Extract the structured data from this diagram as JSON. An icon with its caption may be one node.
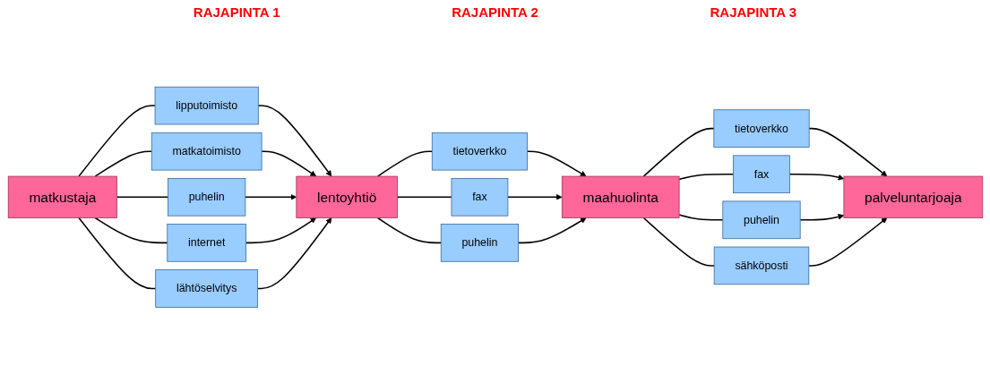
{
  "diagram": {
    "nodes": [
      {
        "text": [
          "matkustaja"
        ]
      },
      {
        "text": [
          "lipputoimisto"
        ]
      },
      {
        "text": [
          "matkatoimisto"
        ]
      },
      {
        "text": [
          "puhelin"
        ]
      },
      {
        "text": [
          "internet"
        ]
      },
      {
        "text": [
          "lähtöselvitys"
        ]
      },
      {
        "text": [
          "lentoyhtiö"
        ]
      },
      {
        "text": [
          "tietoverkko"
        ]
      },
      {
        "text": [
          "fax"
        ]
      },
      {
        "text": [
          "puhelin"
        ]
      },
      {
        "text": [
          "maahuolinta"
        ]
      },
      {
        "text": [
          "tietoverkko"
        ]
      },
      {
        "text": [
          "fax"
        ]
      },
      {
        "text": [
          "puhelin"
        ]
      },
      {
        "text": [
          "sähköposti"
        ]
      },
      {
        "text": [
          "palveluntarjoaja"
        ]
      }
    ],
    "edges": [
      {
        "from": 0,
        "to": 1,
        "arrow": "none"
      },
      {
        "from": 1,
        "to": 6,
        "arrow": "to"
      },
      {
        "from": 0,
        "to": 2,
        "arrow": "none"
      },
      {
        "from": 2,
        "to": 6,
        "arrow": "to"
      },
      {
        "from": 0,
        "to": 3,
        "arrow": "none"
      },
      {
        "from": 3,
        "to": 6,
        "arrow": "to"
      },
      {
        "from": 0,
        "to": 4,
        "arrow": "none"
      },
      {
        "from": 4,
        "to": 6,
        "arrow": "to"
      },
      {
        "from": 0,
        "to": 5,
        "arrow": "none"
      },
      {
        "from": 5,
        "to": 6,
        "arrow": "to"
      },
      {
        "from": 6,
        "to": 7,
        "arrow": "none"
      },
      {
        "from": 7,
        "to": 10,
        "arrow": "to"
      },
      {
        "from": 6,
        "to": 8,
        "arrow": "none"
      },
      {
        "from": 8,
        "to": 10,
        "arrow": "to"
      },
      {
        "from": 6,
        "to": 9,
        "arrow": "none"
      },
      {
        "from": 9,
        "to": 10,
        "arrow": "to"
      },
      {
        "from": 10,
        "to": 11,
        "arrow": "none"
      },
      {
        "from": 11,
        "to": 15,
        "arrow": "to"
      },
      {
        "from": 10,
        "to": 12,
        "arrow": "none"
      },
      {
        "from": 12,
        "to": 15,
        "arrow": "to"
      },
      {
        "from": 10,
        "to": 13,
        "arrow": "none"
      },
      {
        "from": 13,
        "to": 15,
        "arrow": "to"
      },
      {
        "from": 10,
        "to": 14,
        "arrow": "none"
      },
      {
        "from": 14,
        "to": 15,
        "arrow": "to"
      }
    ],
    "labels": [
      "RAJAPINTA 1",
      "RAJAPINTA 2",
      "RAJAPINTA 3"
    ]
  }
}
